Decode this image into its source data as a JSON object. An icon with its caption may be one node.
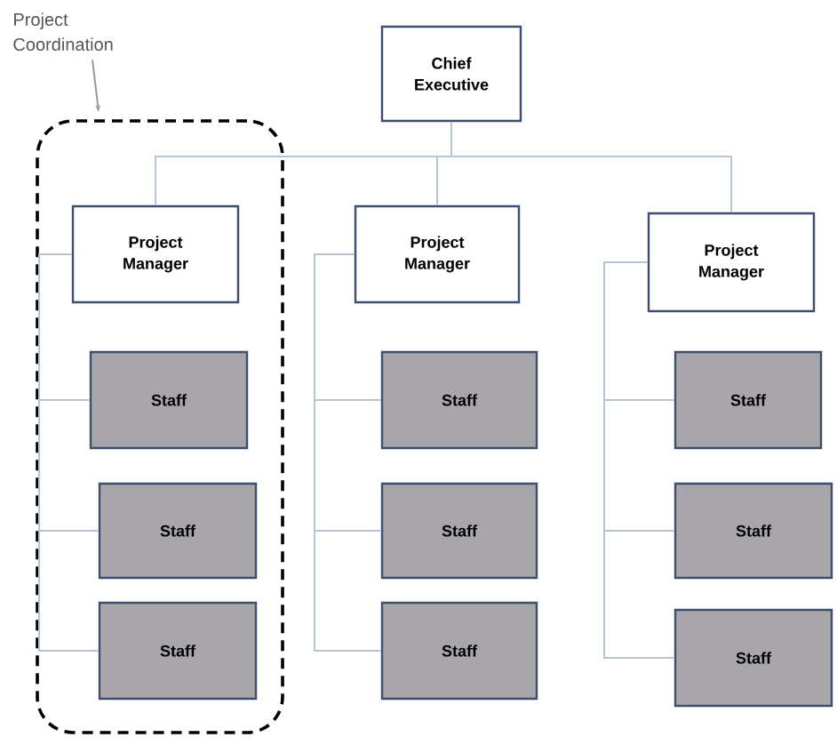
{
  "diagram": {
    "nodes": [
      {
        "text": [
          "Project Coordination"
        ]
      },
      {
        "text": [],
        "shape": "box"
      },
      {
        "text": [
          "Chief Executive"
        ]
      },
      {
        "text": [
          "Project Manager"
        ],
        "in": 1
      },
      {
        "text": [
          "Project Manager"
        ]
      },
      {
        "text": [
          "Project Manager"
        ]
      },
      {
        "text": [
          "Staff"
        ],
        "in": 1
      },
      {
        "text": [
          "Staff"
        ],
        "in": 1
      },
      {
        "text": [
          "Staff"
        ],
        "in": 1
      },
      {
        "text": [
          "Staff"
        ]
      },
      {
        "text": [
          "Staff"
        ]
      },
      {
        "text": [
          "Staff"
        ]
      },
      {
        "text": [
          "Staff"
        ]
      },
      {
        "text": [
          "Staff"
        ]
      },
      {
        "text": [
          "Staff"
        ]
      }
    ],
    "edges": [
      {
        "from": 0,
        "to": 1,
        "arrow": "to"
      },
      {
        "from": 2,
        "to": 3,
        "arrow": "none"
      },
      {
        "from": 2,
        "to": 4,
        "arrow": "none"
      },
      {
        "from": 2,
        "to": 5,
        "arrow": "none"
      },
      {
        "from": 3,
        "to": 6,
        "arrow": "none"
      },
      {
        "from": 3,
        "to": 7,
        "arrow": "none"
      },
      {
        "from": 3,
        "to": 8,
        "arrow": "none"
      },
      {
        "from": 4,
        "to": 9,
        "arrow": "none"
      },
      {
        "from": 4,
        "to": 10,
        "arrow": "none"
      },
      {
        "from": 4,
        "to": 11,
        "arrow": "none"
      },
      {
        "from": 5,
        "to": 12,
        "arrow": "none"
      },
      {
        "from": 5,
        "to": 13,
        "arrow": "none"
      },
      {
        "from": 5,
        "to": 14,
        "arrow": "none"
      }
    ]
  }
}
